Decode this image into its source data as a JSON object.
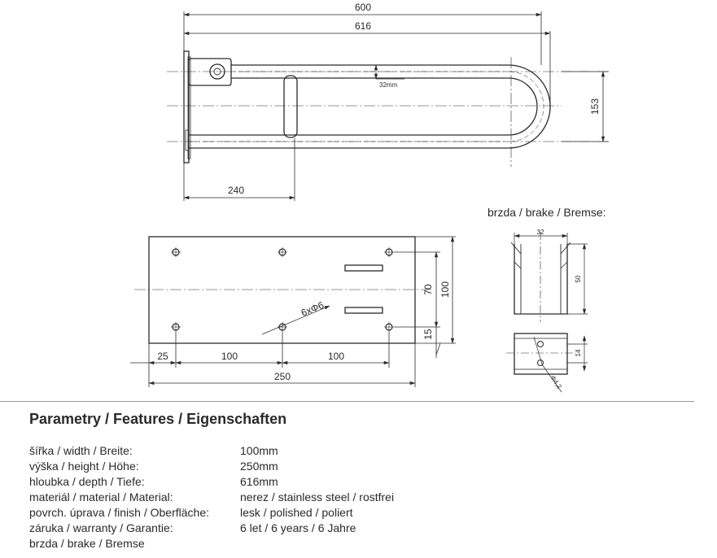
{
  "dimensions": {
    "top_width_600": "600",
    "top_width_616": "616",
    "tube_diameter": "32mm",
    "height_153": "153",
    "grip_offset_240": "240",
    "plate_h70": "70",
    "plate_h100": "100",
    "plate_h15": "15",
    "plate_w25": "25",
    "plate_w100a": "100",
    "plate_w100b": "100",
    "plate_w250": "250",
    "holes": "6xΦ6",
    "brake_w32": "32",
    "brake_h50": "50",
    "brake_h14": "14",
    "brake_hole": "Φ4,2"
  },
  "brake_title": "brzda / brake / Bremse:",
  "specs": {
    "title": "Parametry / Features / Eigenschaften",
    "rows": [
      {
        "label": "šířka / width / Breite:",
        "value": "100mm"
      },
      {
        "label": "výška / height / Höhe:",
        "value": "250mm"
      },
      {
        "label": "hloubka / depth / Tiefe:",
        "value": "616mm"
      },
      {
        "label": "materiál / material / Material:",
        "value": "nerez / stainless steel / rostfrei"
      },
      {
        "label": "povrch. úprava / finish / Oberfläche:",
        "value": "lesk / polished / poliert"
      },
      {
        "label": "záruka / warranty / Garantie:",
        "value": "6 let / 6 years / 6 Jahre"
      },
      {
        "label": "brzda / brake / Bremse",
        "value": ""
      }
    ]
  }
}
